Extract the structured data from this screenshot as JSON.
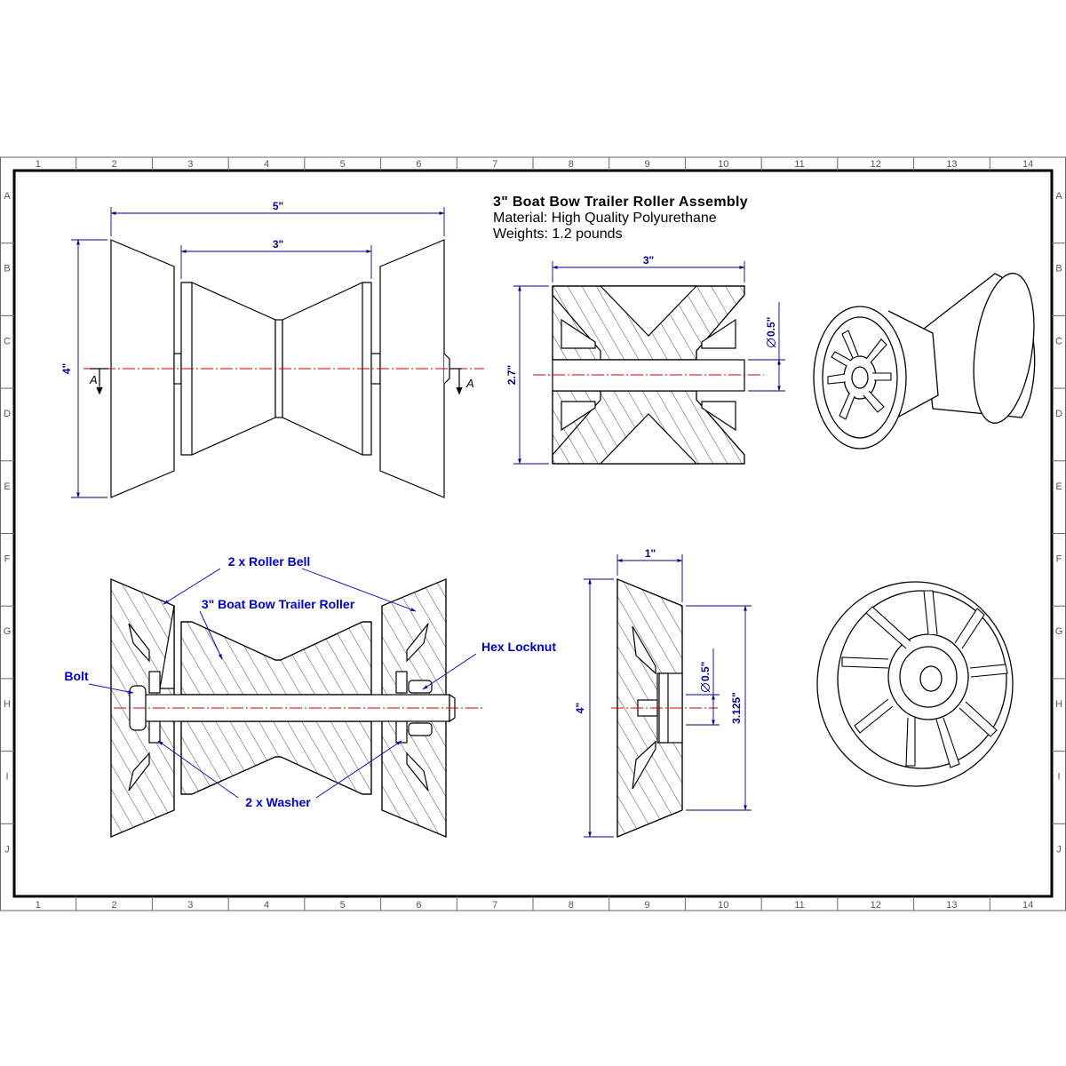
{
  "sheet": {
    "columns": [
      "1",
      "2",
      "3",
      "4",
      "5",
      "6",
      "7",
      "8",
      "9",
      "10",
      "11",
      "12",
      "13",
      "14"
    ],
    "rows": [
      "A",
      "B",
      "C",
      "D",
      "E",
      "F",
      "G",
      "H",
      "I",
      "J"
    ]
  },
  "title": {
    "heading": "3\" Boat Bow Trailer Roller Assembly",
    "material": "Material: High Quality Polyurethane",
    "weight": "Weights: 1.2 pounds"
  },
  "dimensions": {
    "overall_width": "5\"",
    "roller_width": "3\"",
    "overall_height": "4\"",
    "roller_length": "3\"",
    "roller_diameter": "2.7\"",
    "roller_bore": "0.5\"",
    "bell_width": "1\"",
    "bell_height": "4\"",
    "bell_bore": "0.5\"",
    "bell_bolt_circle": "3.125\""
  },
  "section_marker": "A",
  "callouts": {
    "roller_bell": "2 x Roller Bell",
    "roller": "3\" Boat Bow Trailer Roller",
    "hex_locknut": "Hex Locknut",
    "bolt": "Bolt",
    "washer": "2 x Washer"
  },
  "colors": {
    "line": "#000000",
    "dimension": "#00008b",
    "callout": "#0000cc",
    "centerline": "#cc0000",
    "grid_text": "#555555"
  }
}
